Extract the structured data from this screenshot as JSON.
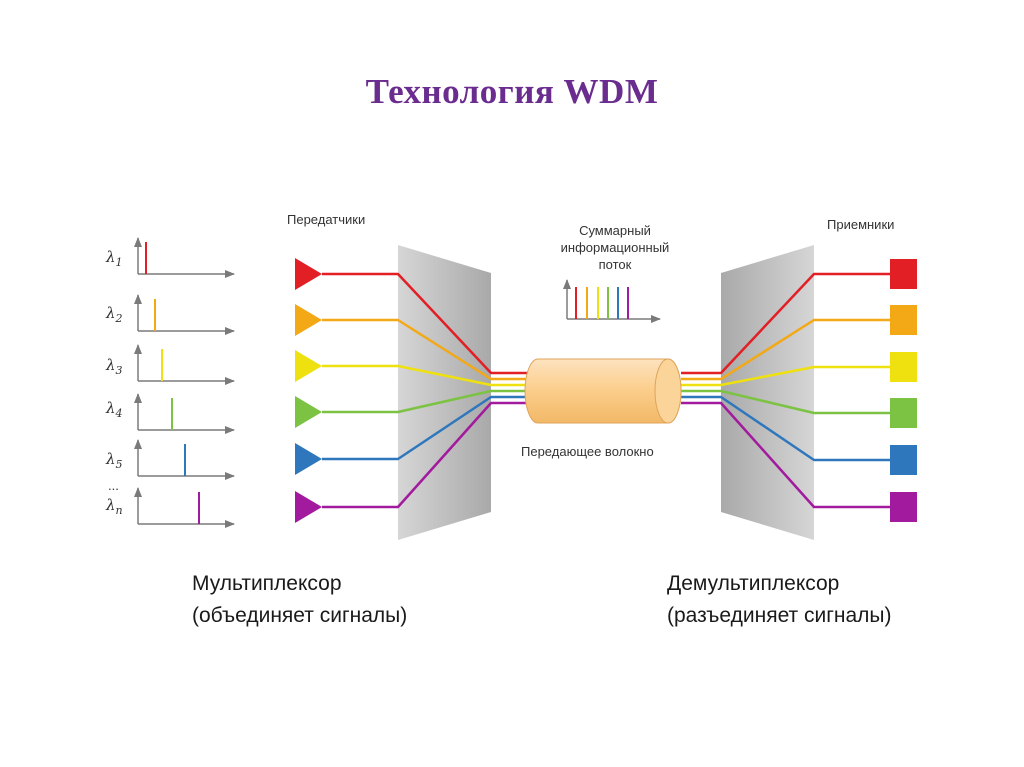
{
  "title": "Технология WDM",
  "colors": {
    "title": "#6a2c8e",
    "channels": [
      "#e11f25",
      "#f3a815",
      "#eee10f",
      "#7cc243",
      "#2f77bc",
      "#a21a9e"
    ]
  },
  "spectrum": {
    "labels": [
      "λ1",
      "λ2",
      "λ3",
      "λ4",
      "λ5",
      "λn"
    ],
    "ellipsis": "..."
  },
  "transmitters_label": "Передатчики",
  "receivers_label": "Приемники",
  "summary": {
    "line1": "Суммарный",
    "line2": "информационный",
    "line3": "поток"
  },
  "fiber_label": "Передающее волокно",
  "mux": {
    "title": "Мультиплексор",
    "subtitle": "(объединяет сигналы)"
  },
  "demux": {
    "title": "Демультиплексор",
    "subtitle": "(разъединяет сигналы)"
  }
}
